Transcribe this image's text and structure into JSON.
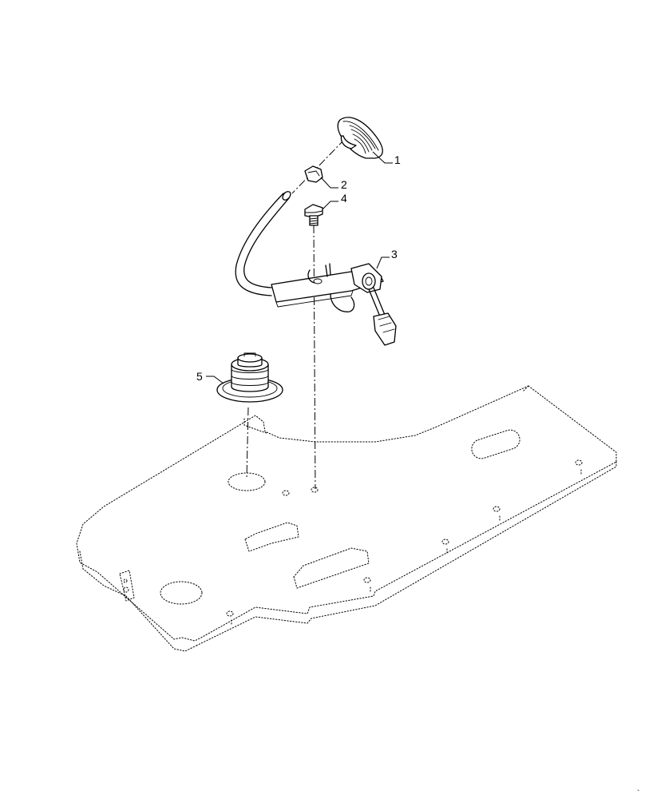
{
  "callouts": [
    {
      "id": "1",
      "label": "1"
    },
    {
      "id": "2",
      "label": "2"
    },
    {
      "id": "3",
      "label": "3"
    },
    {
      "id": "4",
      "label": "4"
    },
    {
      "id": "5",
      "label": "5"
    }
  ],
  "corner_mark": "`"
}
